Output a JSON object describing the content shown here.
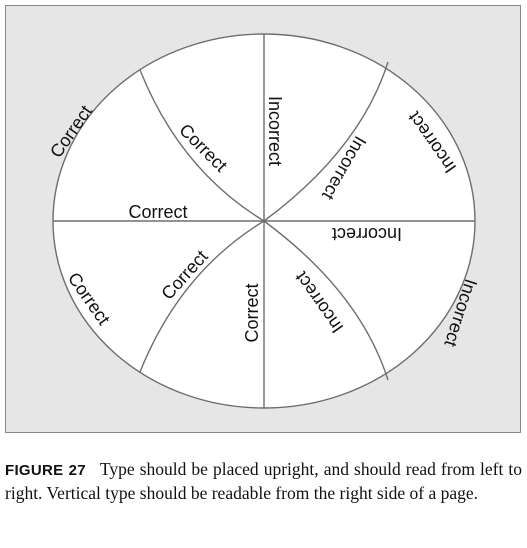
{
  "diagram": {
    "labels": {
      "correct": "Correct",
      "incorrect": "Incorrect"
    }
  },
  "caption": {
    "figure_label": "FIGURE 27",
    "text": "Type should be placed upright, and should read from left to right. Vertical type should be readable from the right side of a page."
  },
  "colors": {
    "panel": "#e6e6e6",
    "wheel": "#ffffff",
    "lines": "#6e6e6e",
    "text": "#111111"
  }
}
